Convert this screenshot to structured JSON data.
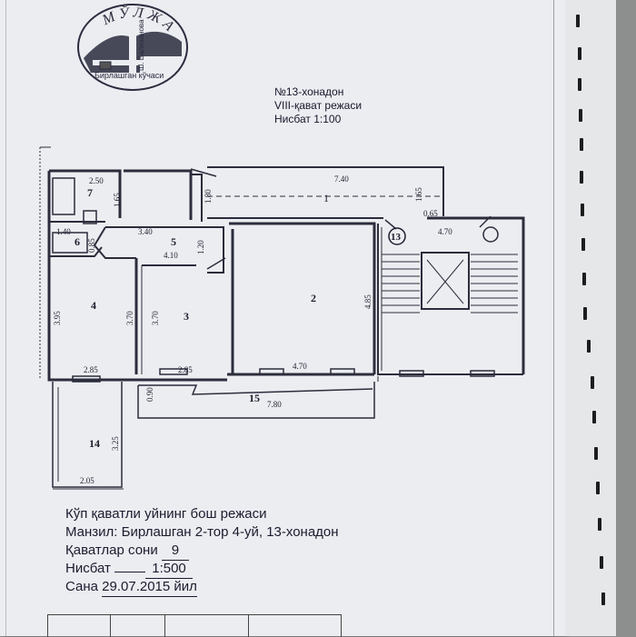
{
  "stamp": {
    "brand": "МЎЛЖАЛ",
    "street_vertical": "Ш. Валиханова",
    "street_bottom": "Бирлашган кўчаси"
  },
  "header": {
    "apartment": "№13-хонадон",
    "floor": "VIII-қават режаси",
    "scale": "Нисбат  1:100"
  },
  "plan": {
    "rooms": [
      "1",
      "2",
      "3",
      "4",
      "5",
      "6",
      "7",
      "14",
      "15"
    ],
    "apartment_marker": "13",
    "dimensions": {
      "room1_length": "7.40",
      "room1_width_left": "1.80",
      "room1_width_right": "1.65",
      "room1_offset": "0.65",
      "room7_width": "2.50",
      "room7_height": "1.65",
      "room6_width": "1.40",
      "room6_height": "0.85",
      "room5_top": "3.40",
      "room5_bottom": "4.10",
      "room5_height": "1.20",
      "room4_height": "3.95",
      "room4_height_right": "3.70",
      "room4_width": "2.85",
      "room3_height": "3.70",
      "room3_width": "2.85",
      "room2_height": "4.85",
      "room2_width": "4.70",
      "stair_width": "4.70",
      "room15_length": "7.80",
      "room15_width": "0.90",
      "room14_height": "3.25",
      "room14_width": "2.05"
    }
  },
  "info": {
    "title": "Кўп қаватли уйнинг бош режаси",
    "address_label": "Манзил:",
    "address_value": "Бирлашган  2-тор  4-уй, 13-хонадон",
    "floors_label": "Қаватлар сони",
    "floors_value": "9",
    "scale_label": "Нисбат",
    "scale_value": "1:500",
    "date_label": "Сана",
    "date_value": "29.07.2015 йил"
  }
}
